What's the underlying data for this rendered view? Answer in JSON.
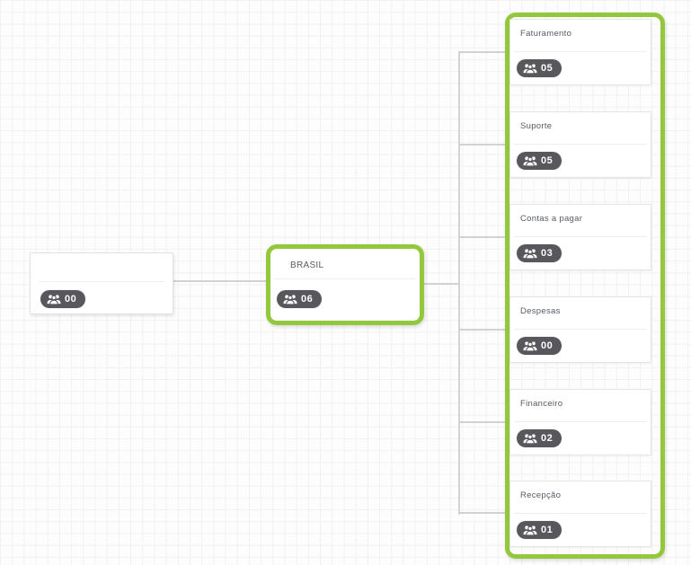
{
  "diagram": {
    "type": "org-chart",
    "root": {
      "title": "",
      "count": "00"
    },
    "selected": {
      "title": "BRASIL",
      "count": "06"
    },
    "children": [
      {
        "title": "Faturamento",
        "count": "05"
      },
      {
        "title": "Suporte",
        "count": "05"
      },
      {
        "title": "Contas a pagar",
        "count": "03"
      },
      {
        "title": "Despesas",
        "count": "00"
      },
      {
        "title": "Financeiro",
        "count": "02"
      },
      {
        "title": "Recepção",
        "count": "01"
      }
    ]
  },
  "icons": {
    "badge_icon": "users-icon"
  },
  "colors": {
    "selection_green": "#93c83d",
    "badge_bg": "#58585c",
    "badge_text": "#ffffff",
    "title_text": "#565b61",
    "connector": "#d2d2d2",
    "card_border": "#e5e5e5",
    "grid_line": "#f2f0f0",
    "canvas_bg": "#fdfdfd"
  }
}
